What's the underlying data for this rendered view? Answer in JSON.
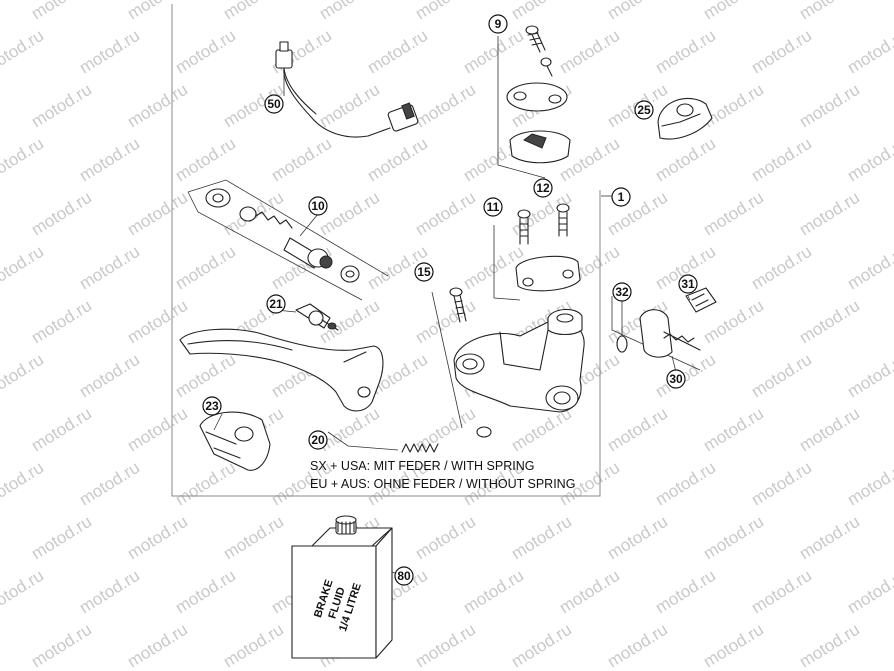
{
  "watermark": {
    "text": "motod.ru"
  },
  "callouts": [
    {
      "id": "c9",
      "label": "9"
    },
    {
      "id": "c50",
      "label": "50"
    },
    {
      "id": "c25",
      "label": "25"
    },
    {
      "id": "c12",
      "label": "12"
    },
    {
      "id": "c1",
      "label": "1"
    },
    {
      "id": "c10",
      "label": "10"
    },
    {
      "id": "c11",
      "label": "11"
    },
    {
      "id": "c15",
      "label": "15"
    },
    {
      "id": "c31",
      "label": "31"
    },
    {
      "id": "c32",
      "label": "32"
    },
    {
      "id": "c21",
      "label": "21"
    },
    {
      "id": "c30",
      "label": "30"
    },
    {
      "id": "c23",
      "label": "23"
    },
    {
      "id": "c20",
      "label": "20"
    },
    {
      "id": "c80",
      "label": "80"
    }
  ],
  "notes": {
    "line1": "SX + USA:  MIT FEDER / WITH SPRING",
    "line2": "EU + AUS:  OHNE FEDER / WITHOUT SPRING"
  },
  "bottle": {
    "label_line1": "BRAKE",
    "label_line2": "FLUID",
    "label_line3": "1/4 LITRE"
  }
}
